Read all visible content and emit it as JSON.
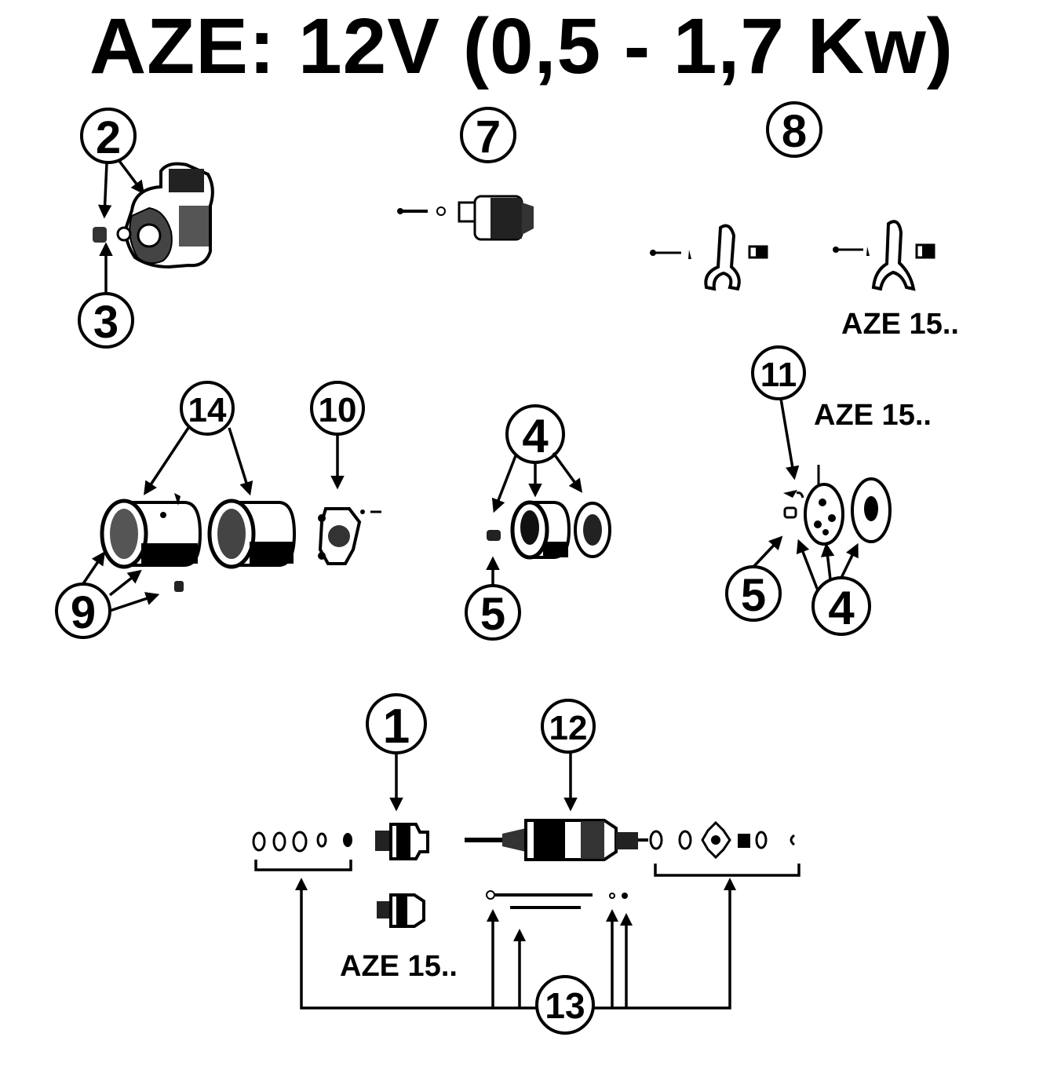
{
  "title": "AZE: 12V (0,5 - 1,7 Kw)",
  "notes": {
    "aze15_a": "AZE 15..",
    "aze15_b": "AZE 15..",
    "aze15_c": "AZE 15.."
  },
  "callouts": {
    "c1": "1",
    "c2": "2",
    "c3": "3",
    "c4a": "4",
    "c4b": "4",
    "c5a": "5",
    "c5b": "5",
    "c7": "7",
    "c8": "8",
    "c9": "9",
    "c10": "10",
    "c11": "11",
    "c12": "12",
    "c13": "13",
    "c14": "14"
  }
}
